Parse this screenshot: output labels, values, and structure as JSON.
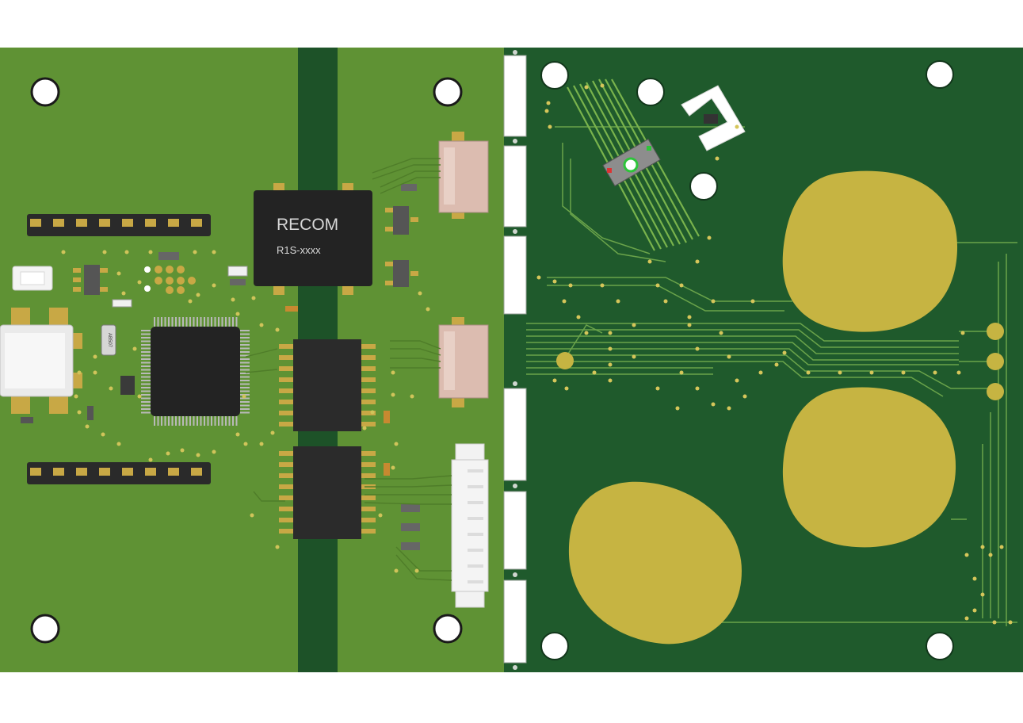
{
  "regulator": {
    "brand": "RECOM",
    "part": "R1S-xxxx"
  },
  "crystal": {
    "label": "AB507"
  },
  "colors": {
    "board_light": "#5f9234",
    "board_dark": "#1f5a2c",
    "slot": "#1d5228",
    "copper_gold": "#c6b442",
    "ic_black": "#232323",
    "connector_pink": "#dcbcb0"
  }
}
